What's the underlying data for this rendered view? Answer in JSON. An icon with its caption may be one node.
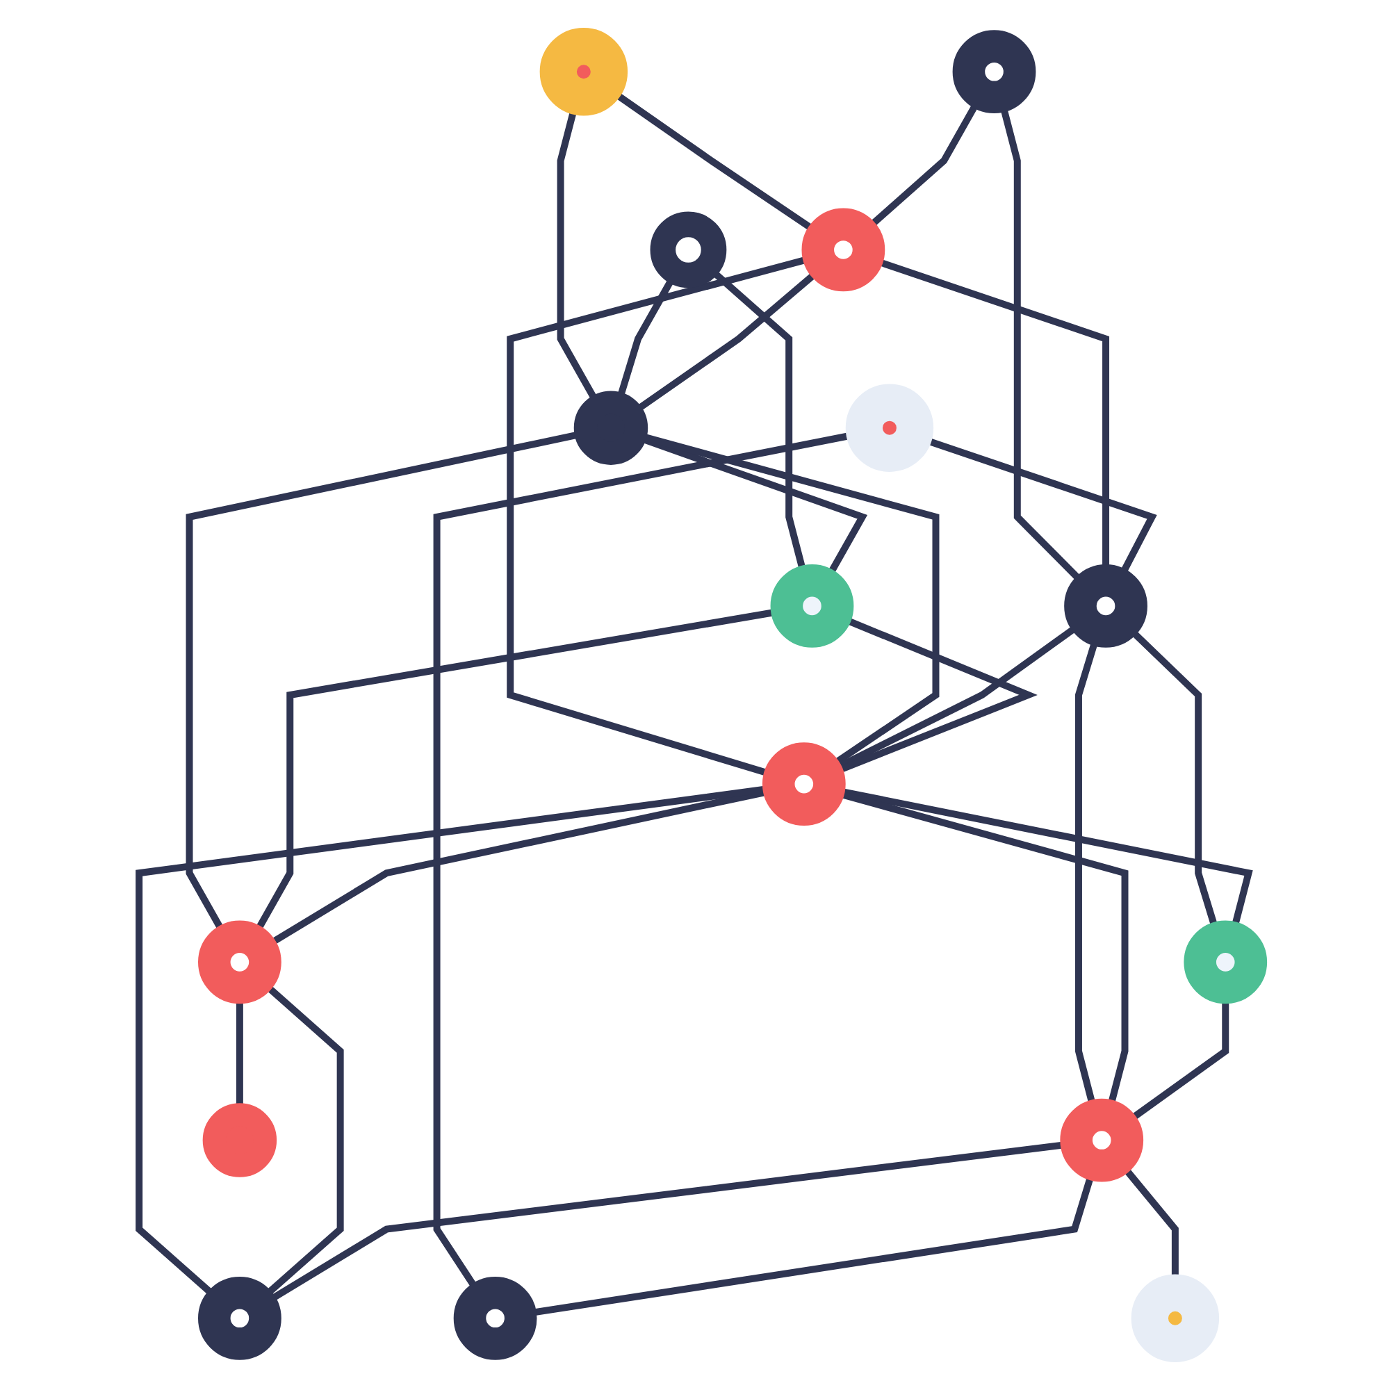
{
  "diagram": {
    "nodes": [
      {
        "text": [],
        "shape": "circle"
      },
      {
        "text": [],
        "shape": "circle"
      },
      {
        "text": [],
        "shape": "circle"
      },
      {
        "text": [],
        "shape": "circle"
      },
      {
        "text": [],
        "shape": "circle"
      },
      {
        "text": [],
        "shape": "circle"
      },
      {
        "text": [],
        "shape": "circle"
      },
      {
        "text": [],
        "shape": "circle"
      },
      {
        "text": [],
        "shape": "circle"
      },
      {
        "text": [],
        "shape": "circle"
      },
      {
        "text": [],
        "shape": "circle"
      },
      {
        "text": [],
        "shape": "circle"
      },
      {
        "text": [],
        "shape": "circle"
      },
      {
        "text": [],
        "shape": "circle"
      },
      {
        "text": [],
        "shape": "circle"
      },
      {
        "text": [],
        "shape": "circle"
      }
    ],
    "edges": [
      {
        "from": 0,
        "to": 5,
        "arrow": "none"
      },
      {
        "from": 0,
        "to": 3,
        "arrow": "none"
      },
      {
        "from": 1,
        "to": 3,
        "arrow": "none"
      },
      {
        "from": 1,
        "to": 6,
        "arrow": "none"
      },
      {
        "from": 2,
        "to": 5,
        "arrow": "none"
      },
      {
        "from": 2,
        "to": 7,
        "arrow": "none"
      },
      {
        "from": 3,
        "to": 5,
        "arrow": "none"
      },
      {
        "from": 3,
        "to": 6,
        "arrow": "none"
      },
      {
        "from": 3,
        "to": 8,
        "arrow": "none"
      },
      {
        "from": 4,
        "to": 6,
        "arrow": "none"
      },
      {
        "from": 4,
        "to": 12,
        "arrow": "none"
      },
      {
        "from": 5,
        "to": 7,
        "arrow": "none"
      },
      {
        "from": 5,
        "to": 8,
        "arrow": "none"
      },
      {
        "from": 5,
        "to": 10,
        "arrow": "none"
      },
      {
        "from": 6,
        "to": 8,
        "arrow": "none"
      },
      {
        "from": 6,
        "to": 9,
        "arrow": "none"
      },
      {
        "from": 6,
        "to": 11,
        "arrow": "none"
      },
      {
        "from": 7,
        "to": 8,
        "arrow": "none"
      },
      {
        "from": 7,
        "to": 10,
        "arrow": "none"
      },
      {
        "from": 8,
        "to": 9,
        "arrow": "none"
      },
      {
        "from": 8,
        "to": 10,
        "arrow": "none"
      },
      {
        "from": 8,
        "to": 11,
        "arrow": "none"
      },
      {
        "from": 8,
        "to": 14,
        "arrow": "none"
      },
      {
        "from": 9,
        "to": 11,
        "arrow": "none"
      },
      {
        "from": 10,
        "to": 13,
        "arrow": "none"
      },
      {
        "from": 10,
        "to": 14,
        "arrow": "none"
      },
      {
        "from": 11,
        "to": 14,
        "arrow": "none"
      },
      {
        "from": 11,
        "to": 12,
        "arrow": "none"
      },
      {
        "from": 11,
        "to": 15,
        "arrow": "none"
      }
    ]
  }
}
